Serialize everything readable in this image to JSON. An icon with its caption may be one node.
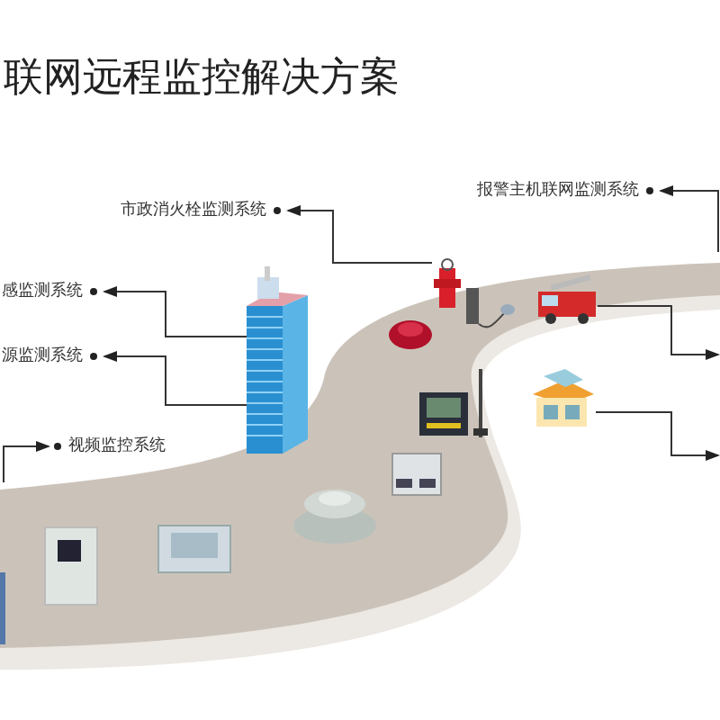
{
  "diagram": {
    "title": "联网远程监控解决方案",
    "nodes": [
      {
        "text": [
          "市政消火栓监测系统"
        ]
      },
      {
        "text": [
          "报警主机联网监测系统"
        ]
      },
      {
        "text": [
          "感监测系统"
        ]
      },
      {
        "text": [
          "源监测系统"
        ]
      },
      {
        "text": [
          "视频监控系统"
        ]
      },
      {
        "text": [],
        "shape": "picture"
      },
      {
        "text": [],
        "shape": "picture"
      },
      {
        "text": [],
        "shape": "picture"
      },
      {
        "text": [],
        "shape": "picture"
      }
    ],
    "edges": [
      {
        "from": 6,
        "to": 0,
        "arrow": "to"
      },
      {
        "from": null,
        "to": 1,
        "arrow": "to"
      },
      {
        "from": 5,
        "to": 2,
        "arrow": "to"
      },
      {
        "from": 5,
        "to": 3,
        "arrow": "to"
      },
      {
        "from": null,
        "to": 4,
        "arrow": "to"
      },
      {
        "from": 7,
        "to": null,
        "arrow": "to"
      },
      {
        "from": 8,
        "to": null,
        "arrow": "to"
      }
    ]
  }
}
